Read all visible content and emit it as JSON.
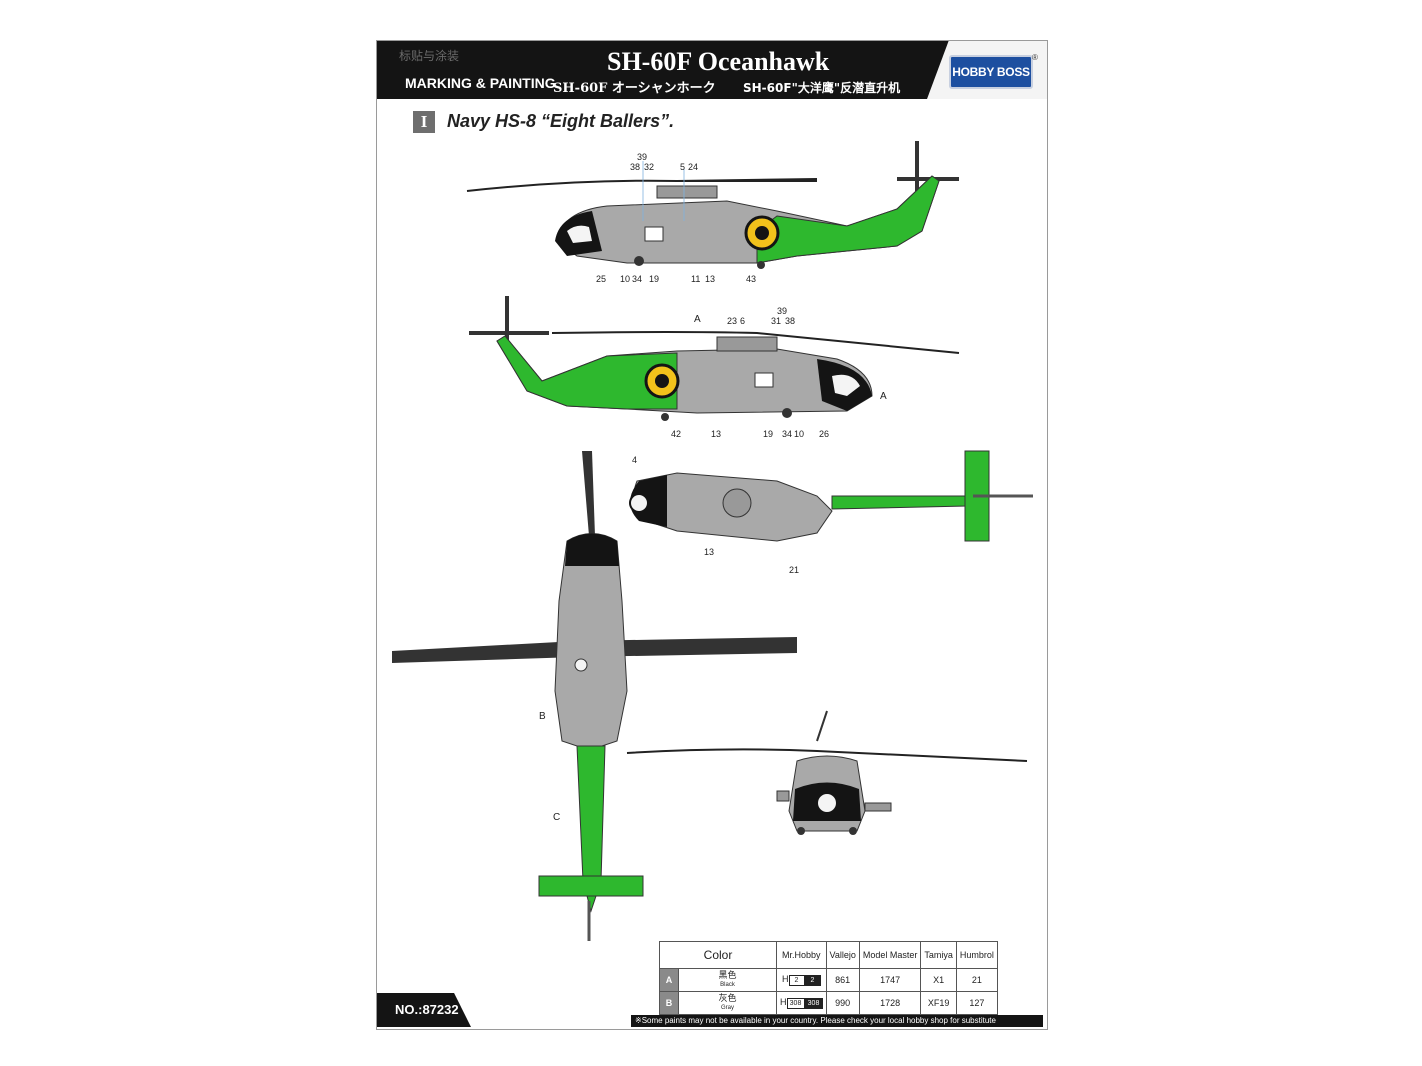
{
  "header": {
    "chinese_label": "标贴与涂装",
    "marking_painting": "MARKING & PAINTING",
    "title": "SH-60F Oceanhawk",
    "subtitle_jp": "SH-60F オーシャンホーク",
    "subtitle_cn": "SH-60F\"大洋鹰\"反潜直升机",
    "logo_text": "HOBBY BOSS",
    "logo_mark": "®"
  },
  "scheme": {
    "number": "I",
    "title": "Navy HS-8 “Eight Ballers”."
  },
  "callouts": {
    "left_view_top": [
      "39",
      "38",
      "32",
      "5",
      "24"
    ],
    "left_view_bottom": [
      "25",
      "10",
      "34",
      "19",
      "11",
      "13",
      "43"
    ],
    "right_view_top": [
      "A",
      "23",
      "6",
      "39",
      "31",
      "38"
    ],
    "right_view_side": "A",
    "right_view_bottom": [
      "42",
      "13",
      "19",
      "34",
      "10",
      "26"
    ],
    "top_view": [
      "4",
      "13",
      "21"
    ],
    "bottom_view": [
      "B",
      "C"
    ]
  },
  "paint_table": {
    "headers": [
      "Color",
      "Mr.Hobby",
      "Vallejo",
      "Model Master",
      "Tamiya",
      "Humbrol"
    ],
    "rows": [
      {
        "label": "A",
        "name": "黑色",
        "name_en": "Black",
        "mr_hobby_h": "H",
        "mr_hobby_codes": [
          "2",
          "2"
        ],
        "vallejo": "861",
        "model_master": "1747",
        "tamiya": "X1",
        "humbrol": "21"
      },
      {
        "label": "B",
        "name": "灰色",
        "name_en": "Gray",
        "mr_hobby_h": "H",
        "mr_hobby_codes": [
          "308",
          "308"
        ],
        "vallejo": "990",
        "model_master": "1728",
        "tamiya": "XF19",
        "humbrol": "127"
      }
    ]
  },
  "footnote": "※Some paints may not be available in your country. Please check your local hobby shop for substitute",
  "product_no": "NO.:87232",
  "colors": {
    "green": "#2eb82e",
    "gray": "#a9a9a9",
    "black": "#141414",
    "yellow": "#f2c21b"
  }
}
